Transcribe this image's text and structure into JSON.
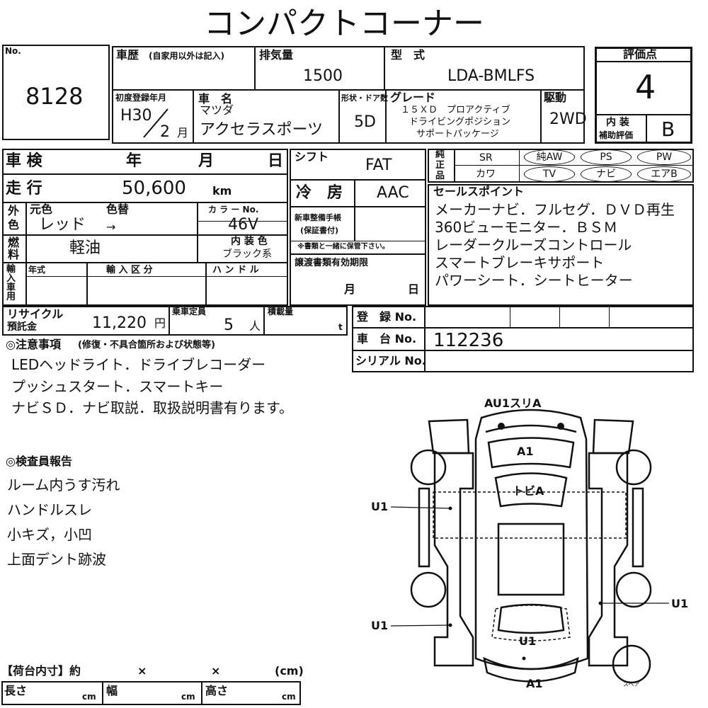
{
  "header": {
    "title": "コンパクトコーナー"
  },
  "lot": {
    "label": "No.",
    "number": "8128"
  },
  "history": {
    "label": "車歴",
    "note": "(自家用以外は記入)"
  },
  "displacement": {
    "label": "排気量",
    "value": "1500"
  },
  "model_code": {
    "label": "型　式",
    "value": "LDA-BMLFS"
  },
  "score": {
    "label": "評価点",
    "value": "4",
    "interior_label_1": "内 装",
    "interior_label_2": "補助評価",
    "interior_value": "B"
  },
  "first_reg": {
    "label": "初度登録年月",
    "era": "H30",
    "month": "2",
    "month_unit": "月"
  },
  "car_name": {
    "label": "車　名",
    "maker": "マツダ",
    "model": "アクセラスポーツ"
  },
  "body_doors": {
    "label": "形状・ドア数",
    "value": "5D"
  },
  "grade": {
    "label": "グレード",
    "line1": "１５ＸＤ　プロアクティブ",
    "line2": "ドライビングポジション",
    "line3": "サポートパッケージ"
  },
  "drive": {
    "label": "駆動",
    "value": "2WD"
  },
  "inspection": {
    "label": "車 検",
    "year": "年",
    "month": "月",
    "day": "日"
  },
  "shift": {
    "label": "シフト",
    "value": "FAT"
  },
  "equipment": {
    "label_1": "純",
    "label_2": "正",
    "label_3": "品",
    "sr": "SR",
    "seat": "カワ",
    "pills": [
      "純AW",
      "PS",
      "PW",
      "TV",
      "ナビ",
      "エアB"
    ]
  },
  "mileage": {
    "label": "走 行",
    "value": "50,600",
    "unit": "km"
  },
  "ac": {
    "label": "冷　房",
    "value": "AAC"
  },
  "color": {
    "label_1": "外",
    "label_2": "色",
    "orig_label": "元色",
    "change_label": "色替",
    "orig": "レッド",
    "arrow": "→",
    "code_label": "カ ラ ー No.",
    "code": "46V"
  },
  "warranty": {
    "label_1": "新車整備手帳",
    "label_2": "(保証書付)",
    "note": "※書類と一緒に保管下さい。"
  },
  "fuel": {
    "label_1": "燃",
    "label_2": "料",
    "value": "軽油",
    "interior_label": "内 装 色",
    "interior_color": "ブラック系"
  },
  "import": {
    "label": "輸入車用",
    "year_label": "年式",
    "category_label": "輸 入 区 分",
    "handle_label": "ハ ン ド ル"
  },
  "transfer": {
    "label": "譲渡書類有効期限",
    "month": "月",
    "day": "日"
  },
  "sales_points": {
    "label": "セールスポイント",
    "lines": [
      "メーカーナビ．フルセグ．ＤＶＤ再生",
      "360ビューモニター．ＢＳＭ",
      "レーダークルーズコントロール",
      "スマートブレーキサポート",
      "パワーシート．シートヒーター"
    ]
  },
  "recycle": {
    "label_1": "リサイクル",
    "label_2": "預託金",
    "value": "11,220",
    "unit": "円"
  },
  "capacity": {
    "label": "乗車定員",
    "value": "5",
    "unit": "人"
  },
  "load": {
    "label": "積載量",
    "unit": "t"
  },
  "registration": {
    "label": "登　録 No."
  },
  "chassis": {
    "label": "車　台 No.",
    "value": "112236"
  },
  "serial": {
    "label": "シリアル No."
  },
  "notes": {
    "label": "◎注意事項",
    "sub": "(修復・不具合箇所および状態等)",
    "lines": [
      "LEDヘッドライト．ドライブレコーダー",
      "プッシュスタート．スマートキー",
      "ナビＳＤ．ナビ取説．取扱説明書有ります。"
    ]
  },
  "inspector": {
    "label": "◎検査員報告",
    "lines": [
      "ルーム内うす汚れ",
      "ハンドルスレ",
      "小キズ，小凹",
      "上面デント跡波"
    ]
  },
  "diagram": {
    "top": "AU1スリA",
    "a1_front": "A1",
    "roof": "トビA",
    "u1_left_top": "U1",
    "u1_right": "U1",
    "u1_left_bottom": "U1",
    "u1_rear": "U1",
    "a1_rear": "A1",
    "spare": "スペア"
  },
  "cargo": {
    "label": "【荷台内寸】約",
    "x1": "×",
    "x2": "×",
    "unit": "(cm)",
    "length": "長さ",
    "width": "幅",
    "height": "高さ",
    "cm": "cm"
  }
}
